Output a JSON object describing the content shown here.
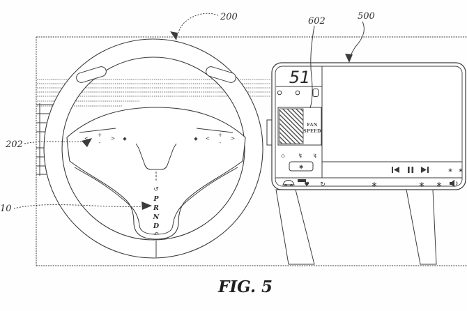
{
  "figure": {
    "caption": "FIG. 5"
  },
  "labels": {
    "steering_wheel": "200",
    "touch_controls": "202",
    "gear_selector": "10",
    "touchscreen": "500",
    "fan_control": "602"
  },
  "wheel": {
    "left_controls": {
      "back": "<",
      "plus": "+",
      "minus": "-",
      "forward": ">",
      "voice": "◆"
    },
    "right_controls": {
      "voice": "◆",
      "back": "<",
      "plus": "+",
      "minus": "-",
      "forward": ">"
    },
    "gear": {
      "reverse_arrow": "↺",
      "modes": [
        "P",
        "R",
        "N",
        "D"
      ],
      "turn_arrow": "↶"
    }
  },
  "screen": {
    "speed": "51",
    "fan_label": {
      "line1": "FAN",
      "line2": "SPEED"
    },
    "quick_controls": [
      "◇",
      "↯",
      "↯"
    ],
    "wiper_button": "∗",
    "media_extras": [
      "∗",
      "∗"
    ],
    "status_bar": {
      "favorite": "♥",
      "refresh": "↻",
      "climate": "∗",
      "sparkle": "∗",
      "defrost": "∗"
    }
  },
  "colors": {
    "ink": "#3b3b3b",
    "paper": "#ffffff"
  }
}
